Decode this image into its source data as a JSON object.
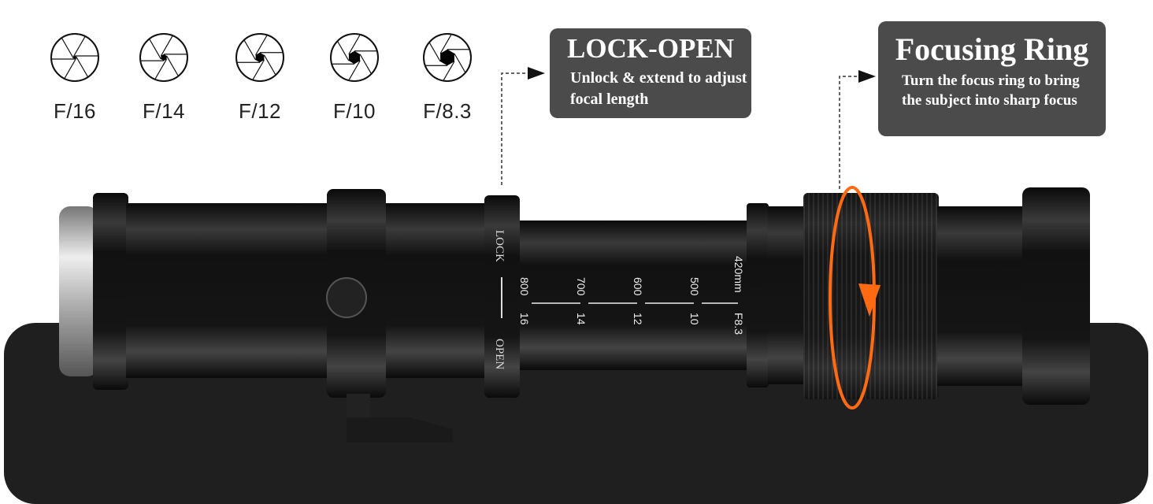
{
  "apertures": [
    {
      "label": "F/16",
      "opening": 0.08
    },
    {
      "label": "F/14",
      "opening": 0.25
    },
    {
      "label": "F/12",
      "opening": 0.38
    },
    {
      "label": "F/10",
      "opening": 0.5
    },
    {
      "label": "F/8.3",
      "opening": 0.62
    }
  ],
  "callouts": {
    "lock_open": {
      "title": "LOCK-OPEN",
      "description": "Unlock & extend to adjust focal length"
    },
    "focusing_ring": {
      "title": "Focusing Ring",
      "description": "Turn the focus ring to bring the subject into sharp focus"
    }
  },
  "lens": {
    "lock_label": "LOCK",
    "open_label": "OPEN",
    "focal_marks": [
      "800",
      "700",
      "600",
      "500",
      "420mm"
    ],
    "fstop_marks": [
      "16",
      "14",
      "12",
      "10",
      "F8.3"
    ]
  },
  "colors": {
    "accent": "#ff6a13",
    "callout_bg": "#4b4b4b",
    "base": "#1f1f1f"
  }
}
